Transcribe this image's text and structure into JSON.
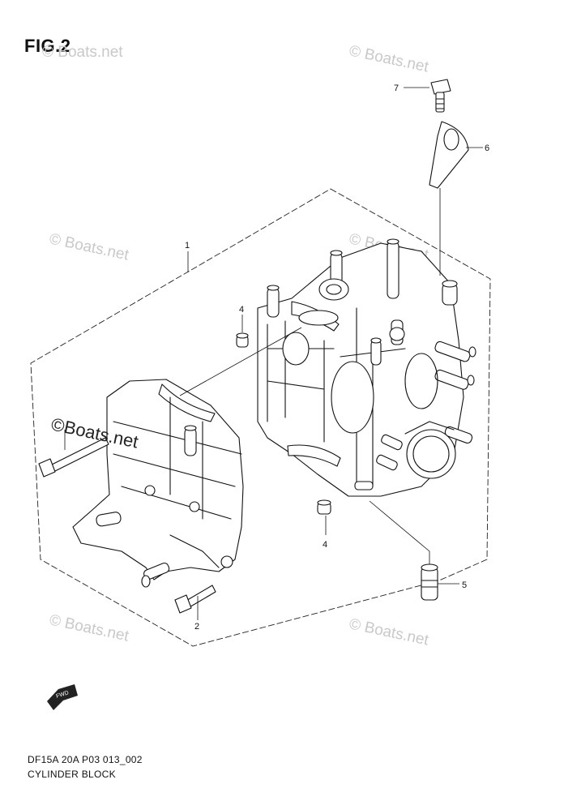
{
  "figure": {
    "title": "FIG.2"
  },
  "footer": {
    "code": "DF15A 20A P03 013_002",
    "name": "CYLINDER BLOCK"
  },
  "watermarks": [
    "© Boats.net",
    "© Boats.net",
    "© Boats.net",
    "© Boats.net",
    "© Boats.net",
    "© Boats.net"
  ],
  "watermark_main": "©Boats.net",
  "callouts": [
    "1",
    "2",
    "4",
    "4",
    "5",
    "6",
    "7"
  ],
  "fwd_label": "FWD"
}
